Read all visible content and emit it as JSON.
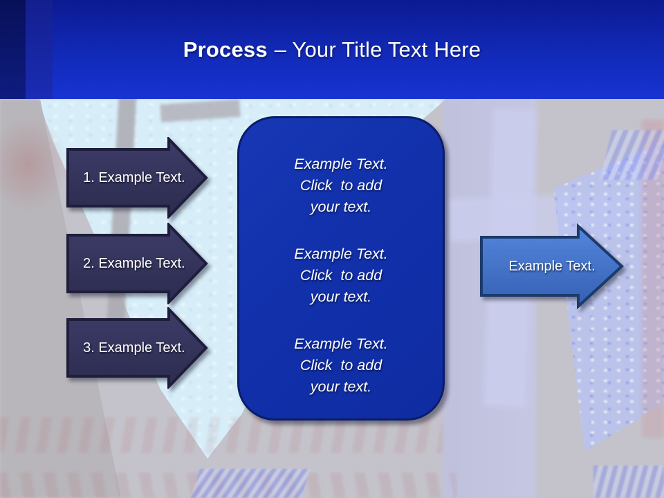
{
  "title": {
    "emphasis": "Process",
    "rest": "– Your Title Text Here"
  },
  "left_arrows": [
    {
      "label": "1. Example Text."
    },
    {
      "label": "2. Example Text."
    },
    {
      "label": "3. Example Text."
    }
  ],
  "center_box": {
    "paragraphs": [
      {
        "line1": "Example Text.",
        "line2": "Click  to add",
        "line3": "your text."
      },
      {
        "line1": "Example Text.",
        "line2": "Click  to add",
        "line3": "your text."
      },
      {
        "line1": "Example Text.",
        "line2": "Click  to add",
        "line3": "your text."
      }
    ]
  },
  "right_arrow": {
    "label": "Example Text."
  },
  "colors": {
    "header_blue_top": "#0c1a92",
    "header_blue_bottom": "#1733d2",
    "header_band_dark": "#0b1468",
    "header_band_mid": "#1a2cb4",
    "step_arrow_fill": "#34345c",
    "step_arrow_border": "#1e1e3c",
    "center_box_fill": "#1130aa",
    "center_box_border": "#0a1c6a",
    "output_arrow_fill": "#3e6fc6",
    "output_arrow_border": "#1c3a6b",
    "text": "#ffffff",
    "background_base": "#c4c3cb",
    "background_cyan": "#d7eef9"
  }
}
